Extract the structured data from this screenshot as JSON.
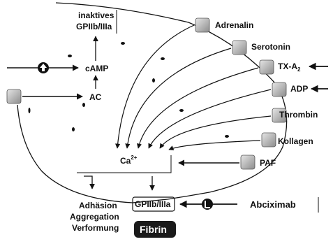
{
  "labels": {
    "inaktives": "inaktives",
    "gp_inactive": "GPIIb/IIIa",
    "camp": "cAMP",
    "ac": "AC",
    "adrenalin": "Adrenalin",
    "serotonin": "Serotonin",
    "txa": "TX-A",
    "txa_sub": "2",
    "adp": "ADP",
    "thrombin": "Thrombin",
    "kollagen": "Kollagen",
    "paf": "PAF",
    "ca": "Ca",
    "ca_sup": "2+",
    "adhaesion": "Adhäsion",
    "aggregation": "Aggregation",
    "verformung": "Verformung",
    "gp_active": "GPIIb/IIIa",
    "fibrin": "Fibrin",
    "abciximab": "Abciximab"
  },
  "colors": {
    "stroke": "#111111",
    "receptor_fill": "#bdbdbd",
    "dark_box": "#1a1a1a"
  },
  "icons": {
    "cell_marker": "small-dark-speck",
    "stimulation": "up-arrow-circle",
    "inhibition": "L-circle"
  }
}
